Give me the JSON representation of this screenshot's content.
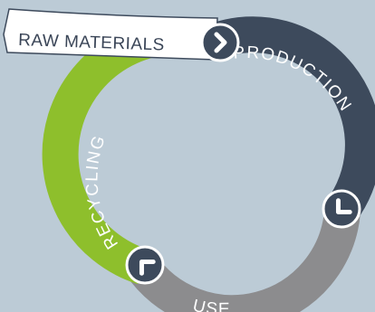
{
  "diagram": {
    "stages": [
      {
        "id": "raw-materials",
        "label": "RAW MATERIALS"
      },
      {
        "id": "production",
        "label": "PRODUCTION",
        "color": "#3d4a5c"
      },
      {
        "id": "use",
        "label": "USE",
        "color": "#8c8c8e"
      },
      {
        "id": "recycling",
        "label": "RECYCLING",
        "color": "#8ebf2c"
      }
    ],
    "connector_icon": "chevron-arrow-icon",
    "colors": {
      "background": "#bccbd6",
      "banner_fill": "#ffffff",
      "banner_text": "#3a4557",
      "badge_fill": "#3d4a5c",
      "badge_ring": "#ffffff"
    }
  }
}
